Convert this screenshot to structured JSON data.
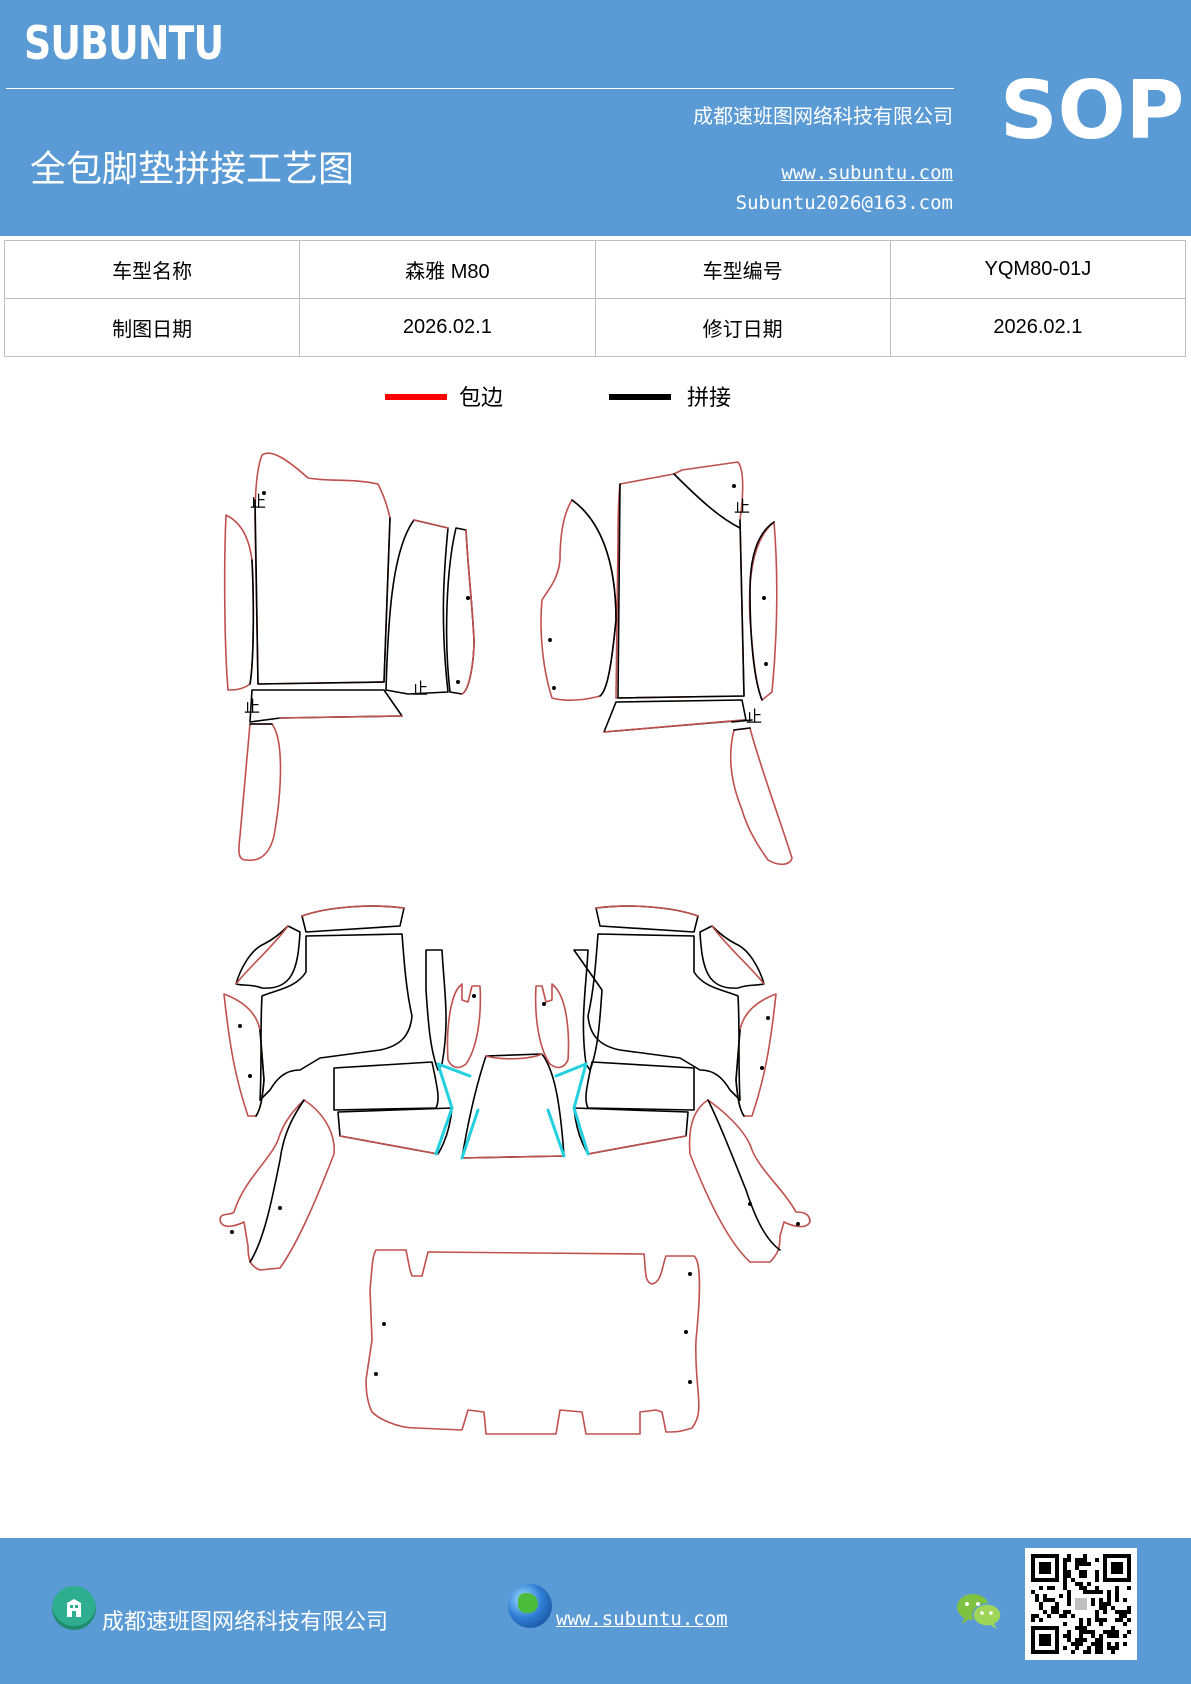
{
  "header": {
    "brand": "SUBUNTU",
    "company": "成都速班图网络科技有限公司",
    "title": "全包脚垫拼接工艺图",
    "website": "www.subuntu.com",
    "email": "Subuntu2026@163.com",
    "badge": "SOP",
    "background_color": "#5b9bd5"
  },
  "info_table": {
    "rows": [
      [
        "车型名称",
        "森雅 M80",
        "车型编号",
        "YQM80-01J"
      ],
      [
        "制图日期",
        "2026.02.1",
        "修订日期",
        "2026.02.1"
      ]
    ]
  },
  "legend": {
    "items": [
      {
        "label": "包边",
        "color": "#ff0000"
      },
      {
        "label": "拼接",
        "color": "#000000"
      }
    ]
  },
  "diagram": {
    "stop_mark": "止",
    "edge_color": "#c0504d",
    "seam_color": "#000000",
    "joint_color": "#22d0e0"
  },
  "footer": {
    "company": "成都速班图网络科技有限公司",
    "website": "www.subuntu.com",
    "icons": [
      "building-icon",
      "globe-icon",
      "wechat-icon",
      "qr-code"
    ]
  }
}
